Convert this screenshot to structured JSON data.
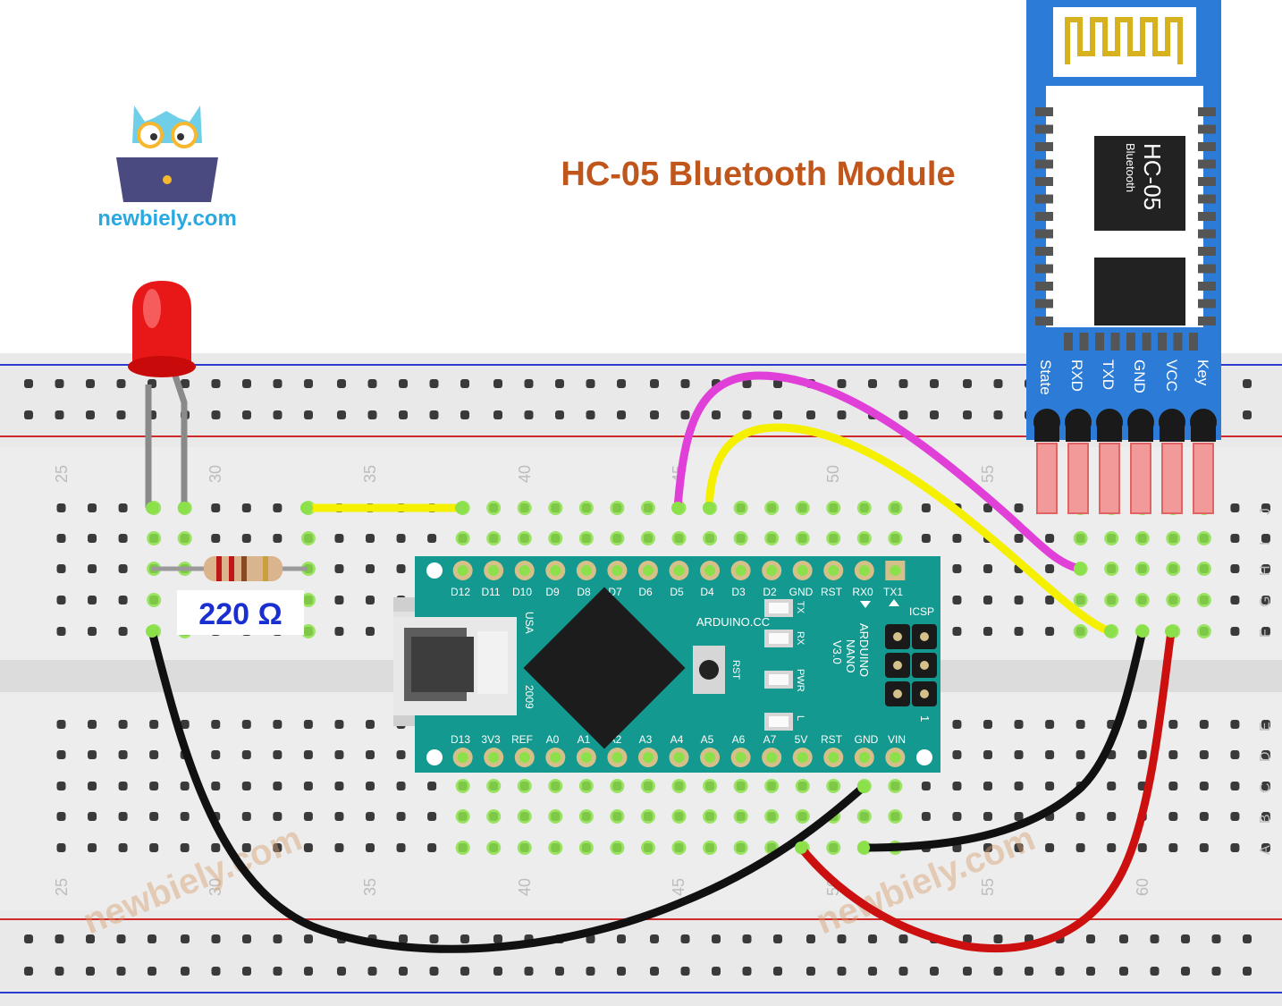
{
  "title": "HC-05 Bluetooth Module",
  "logo": {
    "text": "newbiely.com"
  },
  "watermark": "newbiely.com",
  "resistor_label": "220 Ω",
  "breadboard": {
    "column_numbers_top": [
      "25",
      "30",
      "35",
      "40",
      "45",
      "50",
      "55"
    ],
    "column_numbers_bottom": [
      "25",
      "30",
      "35",
      "40",
      "45",
      "50",
      "55",
      "60"
    ],
    "row_letters_top": [
      "J",
      "I",
      "H",
      "G",
      "F"
    ],
    "row_letters_bottom": [
      "E",
      "D",
      "C",
      "B",
      "A"
    ]
  },
  "hc05": {
    "chip_text": "HC-05",
    "chip_subtext": "Bluetooth",
    "pins": [
      "State",
      "RXD",
      "TXD",
      "GND",
      "VCC",
      "Key"
    ]
  },
  "nano": {
    "top_pins": [
      "D12",
      "D11",
      "D10",
      "D9",
      "D8",
      "D7",
      "D6",
      "D5",
      "D4",
      "D3",
      "D2",
      "GND",
      "RST",
      "RX0",
      "TX1"
    ],
    "bottom_pins": [
      "D13",
      "3V3",
      "REF",
      "A0",
      "A1",
      "A2",
      "A3",
      "A4",
      "A5",
      "A6",
      "A7",
      "5V",
      "RST",
      "GND",
      "VIN"
    ],
    "brand": "ARDUINO.CC",
    "model_line1": "ARDUINO",
    "model_line2": "NANO",
    "model_line3": "V3.0",
    "usa": "USA",
    "year": "2009",
    "icsp": "ICSP",
    "icsp_pin1": "1",
    "rst_label": "RST",
    "leds": [
      "TX",
      "RX",
      "PWR",
      "L"
    ]
  },
  "colors": {
    "title": "#c0561b",
    "logo_text": "#29a9e1",
    "resistor_label": "#1a2fd0",
    "wire_magenta": "#e040d8",
    "wire_yellow": "#f5f000",
    "wire_black": "#111111",
    "wire_red": "#cc1010",
    "nano_board": "#13998f",
    "hc05_board": "#2c7bd6",
    "antenna": "#d6b21e"
  }
}
